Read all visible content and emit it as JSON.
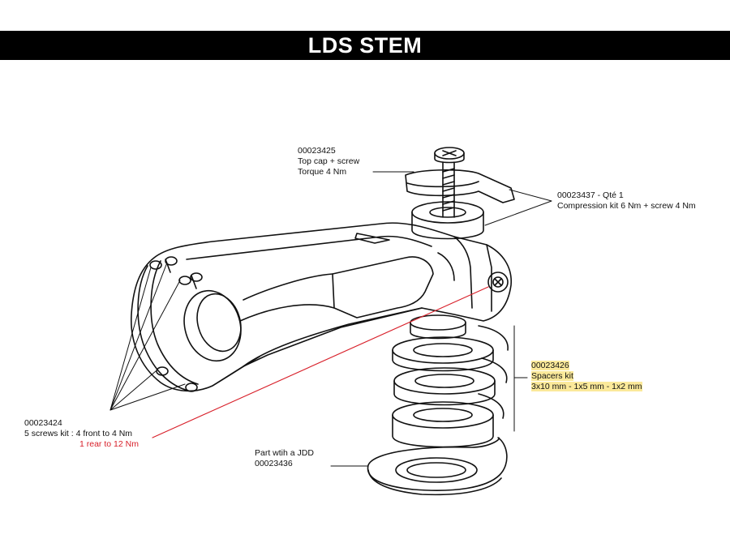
{
  "title": "LDS STEM",
  "colors": {
    "title_bg": "#000000",
    "title_text": "#ffffff",
    "accent_red": "#d8202a",
    "highlight": "#fbe99a"
  },
  "labels": {
    "top_cap": {
      "code": "00023425",
      "line1": "Top cap + screw",
      "line2": "Torque 4 Nm"
    },
    "compression": {
      "line1": "00023437 - Qté 1",
      "line2": "Compression kit 6 Nm + screw  4 Nm"
    },
    "spacers": {
      "code": "00023426",
      "line1": "Spacers kit",
      "line2": "3x10 mm - 1x5 mm - 1x2 mm"
    },
    "screws": {
      "code": "00023424",
      "line1": "5 screws kit : 4 front to 4 Nm",
      "line2": "1 rear to 12 Nm"
    },
    "jdd": {
      "line1": "Part wtih a JDD",
      "code": "00023436"
    }
  }
}
